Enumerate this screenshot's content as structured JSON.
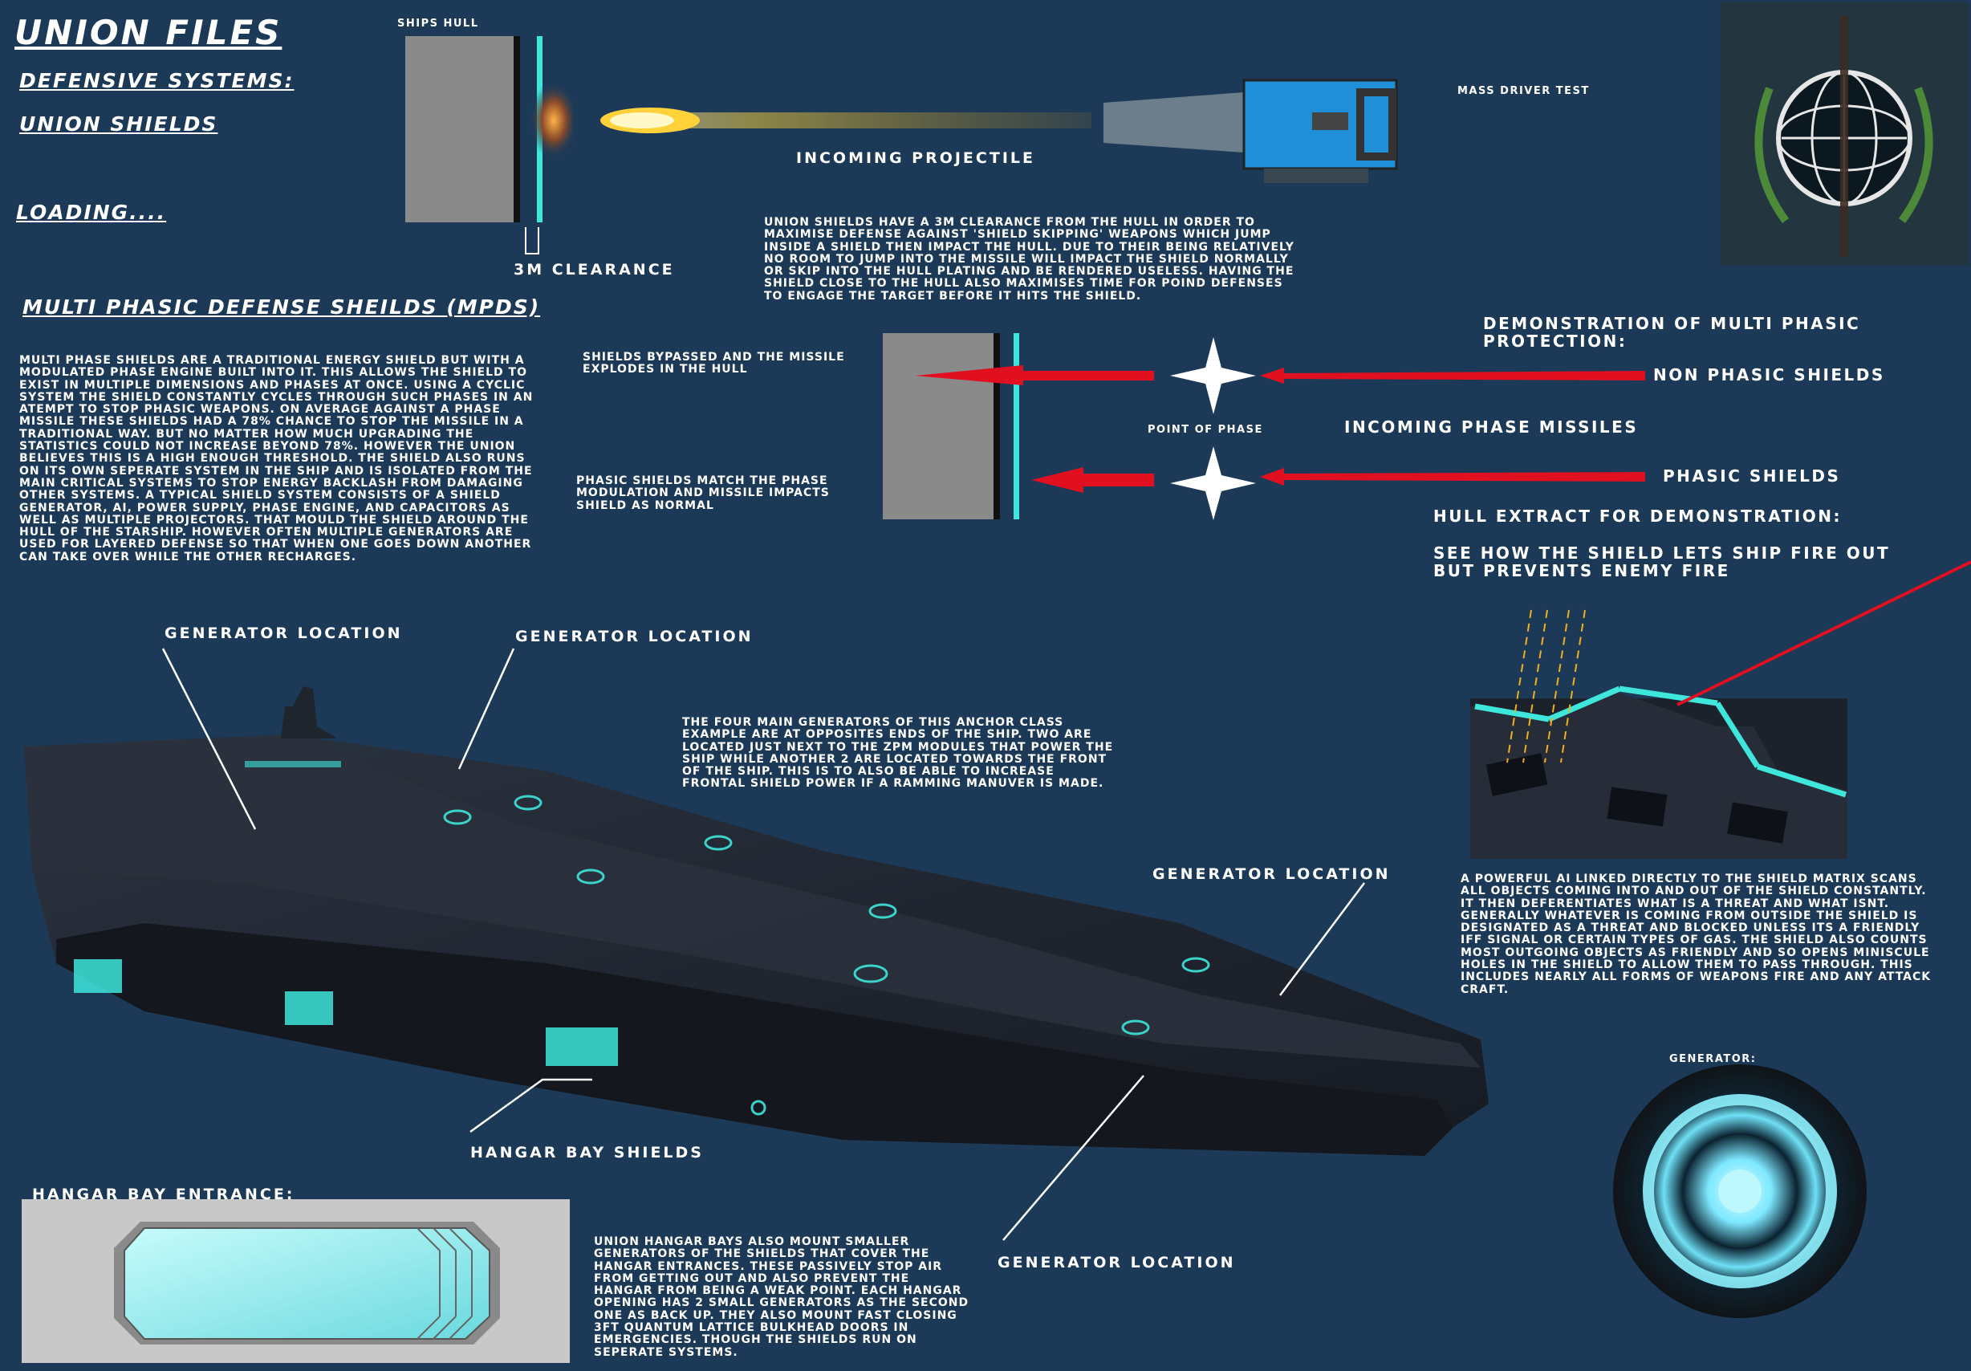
{
  "header": {
    "title": "UNION FILES",
    "subtitle": "DEFENSIVE SYSTEMS:",
    "section": "UNION SHIELDS",
    "status": "LOADING....",
    "mpds_heading": "MULTI PHASIC DEFENSE SHEILDS (MPDS)"
  },
  "projectile_demo": {
    "ships_hull_label": "SHIPS HULL",
    "clearance_label": "3M CLEARANCE",
    "incoming_label": "INCOMING PROJECTILE",
    "mass_driver_label": "MASS DRIVER TEST",
    "clearance_text": "UNION SHIELDS HAVE A 3M CLEARANCE FROM THE HULL IN ORDER TO MAXIMISE DEFENSE AGAINST 'SHIELD SKIPPING' WEAPONS WHICH JUMP INSIDE A SHIELD THEN IMPACT THE HULL. DUE TO THEIR BEING RELATIVELY NO ROOM TO JUMP INTO THE MISSILE WILL IMPACT THE SHIELD NORMALLY OR SKIP INTO THE HULL PLATING AND BE RENDERED USELESS. HAVING THE SHIELD CLOSE TO THE HULL ALSO MAXIMISES TIME FOR POIND DEFENSES TO ENGAGE THE TARGET BEFORE IT HITS THE SHIELD."
  },
  "mpds_text": "MULTI PHASE SHIELDS ARE A TRADITIONAL ENERGY SHIELD BUT WITH A MODULATED PHASE ENGINE BUILT INTO IT. THIS ALLOWS THE SHIELD TO EXIST IN MULTIPLE DIMENSIONS AND PHASES AT ONCE. USING A CYCLIC SYSTEM THE SHIELD CONSTANTLY CYCLES THROUGH SUCH PHASES IN AN ATEMPT TO STOP PHASIC WEAPONS. ON AVERAGE AGAINST A PHASE MISSILE THESE SHIELDS HAD A 78% CHANCE TO STOP THE MISSILE IN A TRADITIONAL WAY. BUT NO MATTER HOW MUCH UPGRADING THE STATISTICS COULD NOT INCREASE BEYOND 78%. HOWEVER THE UNION BELIEVES THIS IS A HIGH ENOUGH THRESHOLD. THE SHIELD ALSO RUNS ON ITS OWN SEPERATE SYSTEM IN THE SHIP AND IS ISOLATED FROM THE MAIN CRITICAL SYSTEMS TO STOP ENERGY BACKLASH FROM DAMAGING OTHER SYSTEMS. A TYPICAL SHIELD SYSTEM CONSISTS OF A SHIELD GENERATOR, AI, POWER SUPPLY, PHASE ENGINE, AND CAPACITORS AS WELL AS MULTIPLE PROJECTORS. THAT MOULD THE SHIELD AROUND THE HULL OF THE STARSHIP. HOWEVER OFTEN MULTIPLE GENERATORS ARE USED FOR LAYERED DEFENSE SO THAT WHEN ONE GOES DOWN ANOTHER CAN TAKE OVER WHILE THE OTHER RECHARGES.",
  "phase_demo": {
    "bypassed_text": "SHIELDS BYPASSED AND THE MISSILE EXPLODES IN THE HULL",
    "matched_text": "PHASIC SHIELDS MATCH THE PHASE MODULATION AND MISSILE IMPACTS SHIELD AS NORMAL",
    "point_of_phase": "POINT OF PHASE",
    "demo_title": "DEMONSTRATION OF MULTI PHASIC PROTECTION:",
    "non_phasic": "NON PHASIC SHIELDS",
    "incoming_missiles": "INCOMING PHASE MISSILES",
    "phasic": "PHASIC SHIELDS",
    "hull_extract_title": "HULL EXTRACT FOR DEMONSTRATION:",
    "hull_extract_caption": "SEE HOW THE SHIELD LETS SHIP FIRE OUT BUT PREVENTS ENEMY FIRE"
  },
  "ship": {
    "generator_label": "GENERATOR LOCATION",
    "hangar_shields_label": "HANGAR BAY SHIELDS",
    "generators_text": "THE FOUR MAIN GENERATORS OF THIS ANCHOR CLASS EXAMPLE ARE AT OPPOSITES ENDS OF THE SHIP. TWO ARE LOCATED JUST NEXT TO THE ZPM MODULES THAT POWER THE SHIP WHILE ANOTHER 2 ARE LOCATED TOWARDS THE FRONT OF THE SHIP. THIS IS TO ALSO BE ABLE TO INCREASE FRONTAL SHIELD POWER IF A RAMMING MANUVER IS MADE."
  },
  "ai_text": "A POWERFUL AI LINKED DIRECTLY TO THE SHIELD MATRIX SCANS ALL OBJECTS COMING INTO AND OUT OF THE SHIELD CONSTANTLY. IT THEN DEFERENTIATES WHAT IS A THREAT AND WHAT ISNT. GENERALLY WHATEVER IS COMING FROM OUTSIDE THE SHIELD IS DESIGNATED AS A THREAT AND BLOCKED UNLESS ITS A FRIENDLY IFF SIGNAL OR CERTAIN TYPES OF GAS. THE SHIELD ALSO COUNTS MOST OUTGOING OBJECTS AS FRIENDLY AND SO OPENS MINISCULE HOLES IN THE SHIELD TO ALLOW THEM TO PASS THROUGH. THIS INCLUDES NEARLY ALL FORMS OF WEAPONS FIRE AND ANY ATTACK CRAFT.",
  "generator": {
    "label": "GENERATOR:"
  },
  "hangar": {
    "title": "HANGAR BAY ENTRANCE:",
    "text": "UNION HANGAR BAYS ALSO MOUNT SMALLER GENERATORS OF THE SHIELDS THAT COVER THE HANGAR ENTRANCES. THESE PASSIVELY STOP AIR FROM GETTING OUT AND ALSO PREVENT THE HANGAR FROM BEING A WEAK POINT. EACH HANGAR OPENING HAS 2 SMALL GENERATORS AS THE SECOND ONE AS BACK UP. THEY ALSO MOUNT FAST CLOSING 3FT QUANTUM LATTICE BULKHEAD DOORS IN EMERGENCIES. THOUGH THE SHIELDS RUN ON SEPERATE SYSTEMS."
  },
  "colors": {
    "background": "#1c3a57",
    "shield": "#3ee6dc",
    "missile_red": "#e01020",
    "hull_grey": "#8a8a8a",
    "mass_driver_blue": "#1f8fd8"
  }
}
